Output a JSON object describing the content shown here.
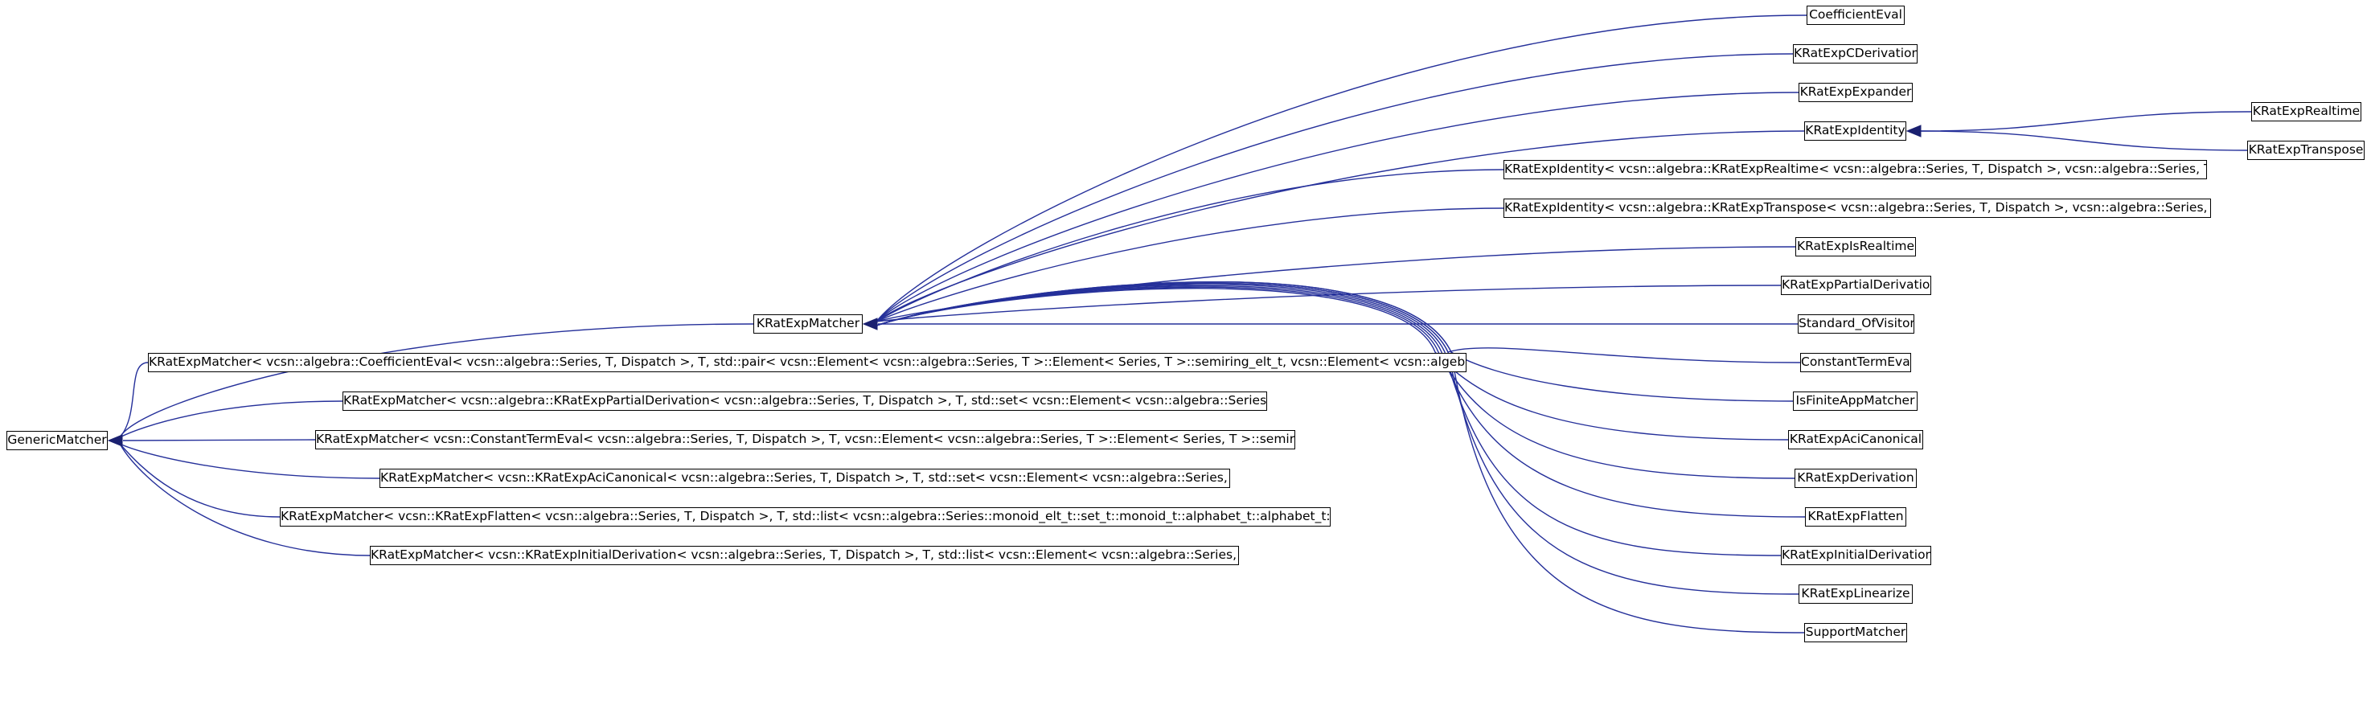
{
  "nodes": {
    "generic_matcher": "GenericMatcher",
    "krat_exp_matcher": "KRatExpMatcher",
    "m_coefficient_eval": "KRatExpMatcher< vcsn::algebra::CoefficientEval< vcsn::algebra::Series, T, Dispatch >, T, std::pair< vcsn::Element< vcsn::algebra::Series, T >::Element< Series, T >::semiring_elt_t, vcsn::Element< vcsn::algebra::Series, T > >, Dispatch >",
    "m_partial_derivation": "KRatExpMatcher< vcsn::algebra::KRatExpPartialDerivation< vcsn::algebra::Series, T, Dispatch >, T, std::set< vcsn::Element< vcsn::algebra::Series, T > >, Dispatch >",
    "m_constant_term_eval": "KRatExpMatcher< vcsn::ConstantTermEval< vcsn::algebra::Series, T, Dispatch >, T, vcsn::Element< vcsn::algebra::Series, T >::Element< Series, T >::semiring_elt_t, Dispatch >",
    "m_aci_canonical": "KRatExpMatcher< vcsn::KRatExpAciCanonical< vcsn::algebra::Series, T, Dispatch >, T, std::set< vcsn::Element< vcsn::algebra::Series, T > >, Dispatch >",
    "m_flatten": "KRatExpMatcher< vcsn::KRatExpFlatten< vcsn::algebra::Series, T, Dispatch >, T, std::list< vcsn::algebra::Series::monoid_elt_t::set_t::monoid_t::alphabet_t::alphabet_t::letter_t >, Dispatch >",
    "m_initial_derivation": "KRatExpMatcher< vcsn::KRatExpInitialDerivation< vcsn::algebra::Series, T, Dispatch >, T, std::list< vcsn::Element< vcsn::algebra::Series, T > >, Dispatch >",
    "coefficient_eval": "CoefficientEval",
    "krat_exp_c_derivation": "KRatExpCDerivation",
    "krat_exp_expander": "KRatExpExpander",
    "krat_exp_identity": "KRatExpIdentity",
    "identity_realtime": "KRatExpIdentity< vcsn::algebra::KRatExpRealtime< vcsn::algebra::Series, T, Dispatch >, vcsn::algebra::Series, T, Dispatch >",
    "identity_transpose": "KRatExpIdentity< vcsn::algebra::KRatExpTranspose< vcsn::algebra::Series, T, Dispatch >, vcsn::algebra::Series, T, Dispatch >",
    "krat_exp_is_realtime": "KRatExpIsRealtime",
    "krat_exp_partial_derivation": "KRatExpPartialDerivation",
    "standard_of_visitor": "Standard_OfVisitor",
    "constant_term_eval": "ConstantTermEval",
    "is_finite_app_matcher": "IsFiniteAppMatcher",
    "krat_exp_aci_canonical": "KRatExpAciCanonical",
    "krat_exp_derivation": "KRatExpDerivation",
    "krat_exp_flatten": "KRatExpFlatten",
    "krat_exp_initial_derivation": "KRatExpInitialDerivation",
    "krat_exp_linearize": "KRatExpLinearize",
    "support_matcher": "SupportMatcher",
    "krat_exp_realtime": "KRatExpRealtime",
    "krat_exp_transpose": "KRatExpTranspose"
  },
  "edges": [
    {
      "from": "krat_exp_matcher",
      "to": "generic_matcher"
    },
    {
      "from": "m_coefficient_eval",
      "to": "generic_matcher"
    },
    {
      "from": "m_partial_derivation",
      "to": "generic_matcher"
    },
    {
      "from": "m_constant_term_eval",
      "to": "generic_matcher"
    },
    {
      "from": "m_aci_canonical",
      "to": "generic_matcher"
    },
    {
      "from": "m_flatten",
      "to": "generic_matcher"
    },
    {
      "from": "m_initial_derivation",
      "to": "generic_matcher"
    },
    {
      "from": "coefficient_eval",
      "to": "krat_exp_matcher"
    },
    {
      "from": "krat_exp_c_derivation",
      "to": "krat_exp_matcher"
    },
    {
      "from": "krat_exp_expander",
      "to": "krat_exp_matcher"
    },
    {
      "from": "krat_exp_identity",
      "to": "krat_exp_matcher"
    },
    {
      "from": "identity_realtime",
      "to": "krat_exp_matcher"
    },
    {
      "from": "identity_transpose",
      "to": "krat_exp_matcher"
    },
    {
      "from": "krat_exp_is_realtime",
      "to": "krat_exp_matcher"
    },
    {
      "from": "krat_exp_partial_derivation",
      "to": "krat_exp_matcher"
    },
    {
      "from": "standard_of_visitor",
      "to": "krat_exp_matcher"
    },
    {
      "from": "constant_term_eval",
      "to": "krat_exp_matcher"
    },
    {
      "from": "is_finite_app_matcher",
      "to": "krat_exp_matcher"
    },
    {
      "from": "krat_exp_aci_canonical",
      "to": "krat_exp_matcher"
    },
    {
      "from": "krat_exp_derivation",
      "to": "krat_exp_matcher"
    },
    {
      "from": "krat_exp_flatten",
      "to": "krat_exp_matcher"
    },
    {
      "from": "krat_exp_initial_derivation",
      "to": "krat_exp_matcher"
    },
    {
      "from": "krat_exp_linearize",
      "to": "krat_exp_matcher"
    },
    {
      "from": "support_matcher",
      "to": "krat_exp_matcher"
    },
    {
      "from": "krat_exp_realtime",
      "to": "krat_exp_identity"
    },
    {
      "from": "krat_exp_transpose",
      "to": "krat_exp_identity"
    }
  ],
  "colors": {
    "edge": "#25309a",
    "arrowhead": "#1a2070",
    "node_border": "#000000",
    "background": "#ffffff"
  }
}
